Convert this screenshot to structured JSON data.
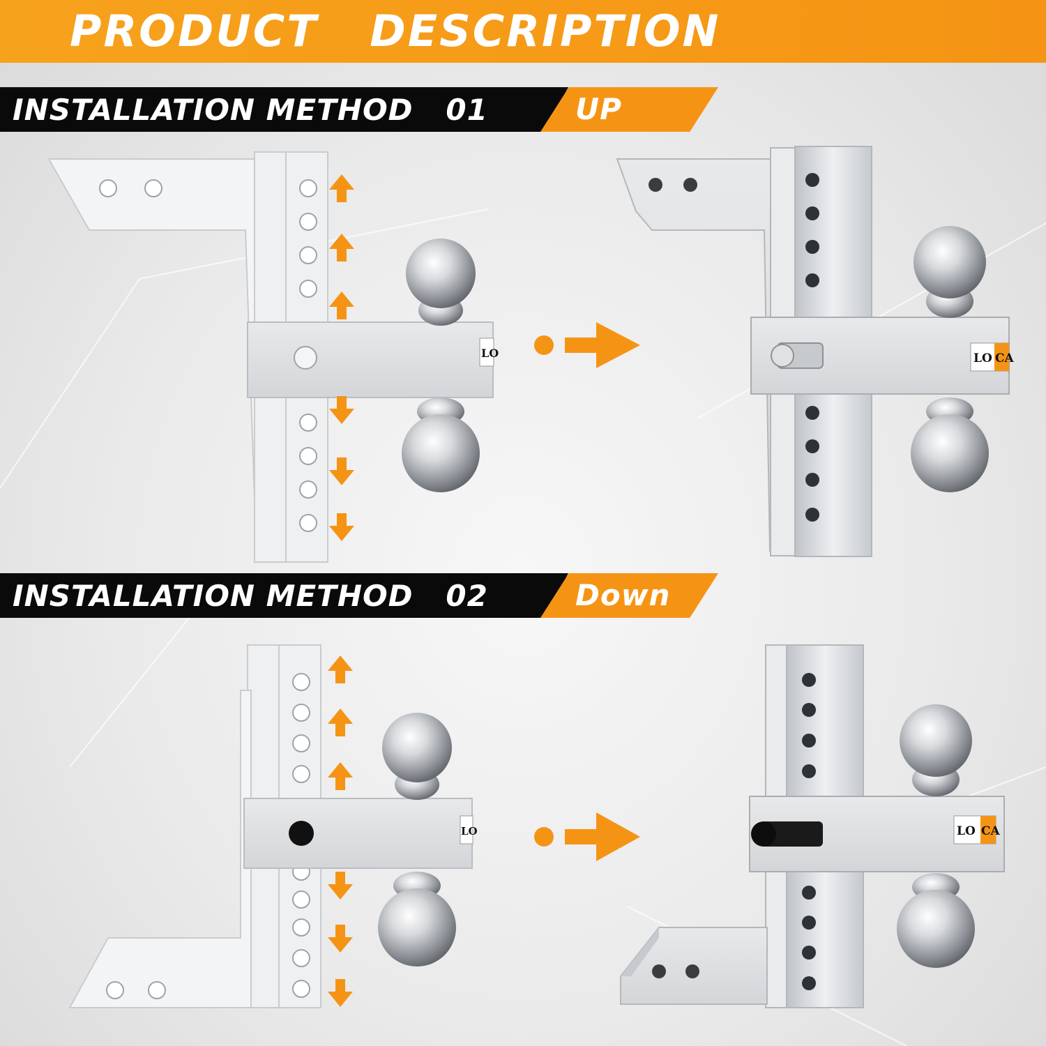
{
  "header": {
    "title": "PRODUCT   DESCRIPTION"
  },
  "methods": [
    {
      "label": "INSTALLATION METHOD   01",
      "tag": "UP"
    },
    {
      "label": "INSTALLATION METHOD   02",
      "tag": "Down"
    }
  ],
  "brand": {
    "logo_text": "LOCAL"
  },
  "colors": {
    "accent": "#f59414",
    "dark": "#0a0a0a",
    "metal": "#d7d9dc"
  }
}
